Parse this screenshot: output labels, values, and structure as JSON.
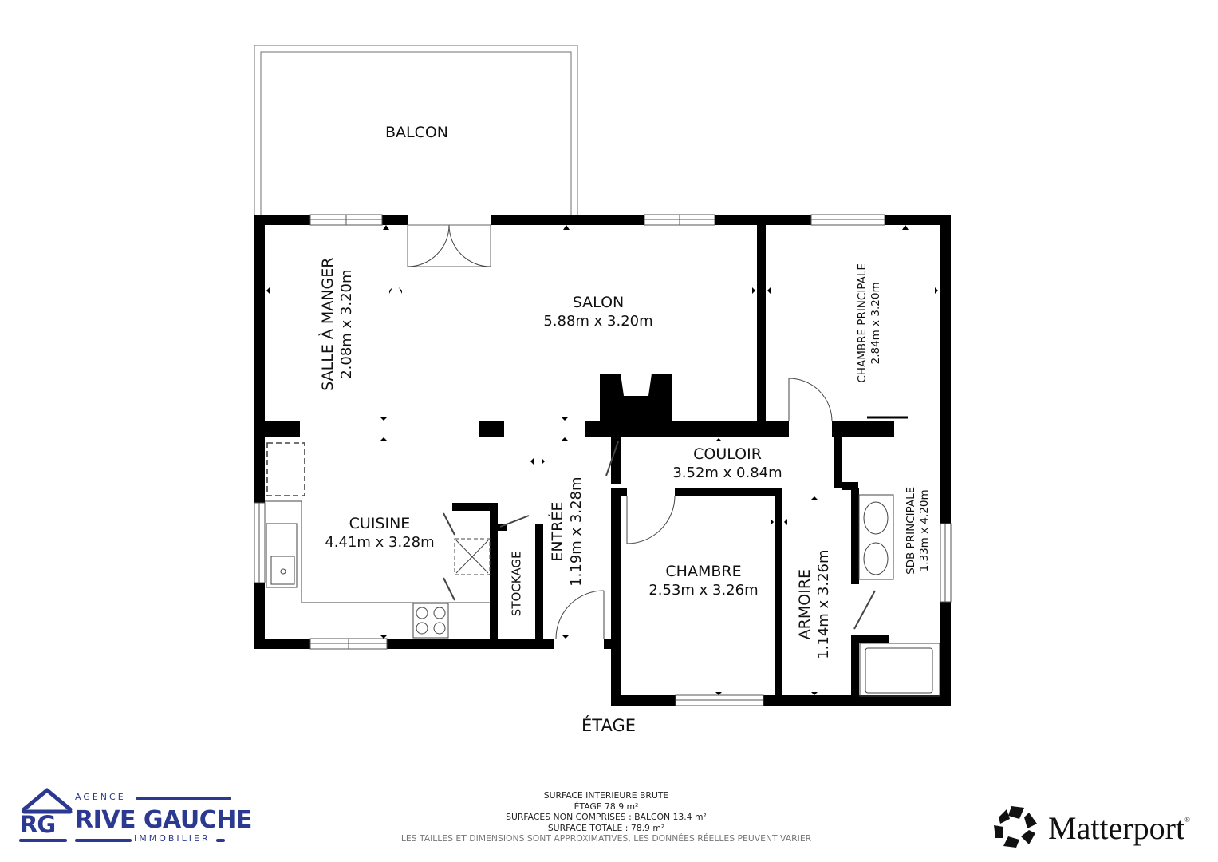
{
  "floor_plan": {
    "floor_label": "ÉTAGE",
    "rooms": [
      {
        "id": "balcon",
        "name": "BALCON",
        "dimensions": ""
      },
      {
        "id": "salle-a-manger",
        "name": "SALLE À MANGER",
        "dimensions": "2.08m x 3.20m"
      },
      {
        "id": "salon",
        "name": "SALON",
        "dimensions": "5.88m x 3.20m"
      },
      {
        "id": "chambre-principale",
        "name": "CHAMBRE PRINCIPALE",
        "dimensions": "2.84m x 3.20m"
      },
      {
        "id": "couloir",
        "name": "COULOIR",
        "dimensions": "3.52m x 0.84m"
      },
      {
        "id": "cuisine",
        "name": "CUISINE",
        "dimensions": "4.41m x 3.28m"
      },
      {
        "id": "stockage",
        "name": "STOCKAGE",
        "dimensions": ""
      },
      {
        "id": "entree",
        "name": "ENTRÉE",
        "dimensions": "1.19m x 3.28m"
      },
      {
        "id": "chambre",
        "name": "CHAMBRE",
        "dimensions": "2.53m x 3.26m"
      },
      {
        "id": "armoire",
        "name": "ARMOIRE",
        "dimensions": "1.14m x 3.26m"
      },
      {
        "id": "sdb-principale",
        "name": "SDB PRINCIPALE",
        "dimensions": "1.33m x 4.20m"
      }
    ]
  },
  "footer": {
    "surface_title": "SURFACE INTERIEURE BRUTE",
    "etage_surface": "ÉTAGE 78.9 m²",
    "non_comprises": "SURFACES NON COMPRISES :  BALCON 13.4 m²",
    "surface_totale": "SURFACE TOTALE :  78.9 m²",
    "disclaimer": "LES TAILLES ET DIMENSIONS SONT APPROXIMATIVES, LES DONNÉES RÉELLES PEUVENT VARIER"
  },
  "branding": {
    "agency": {
      "monogram": "RG",
      "line1": "AGENCE",
      "line2": "RIVE GAUCHE",
      "line3": "IMMOBILIER",
      "color": "#2b3990"
    },
    "matterport": {
      "name": "Matterport",
      "registered": "®",
      "color": "#111111"
    }
  },
  "colors": {
    "wall": "#000000",
    "background": "#ffffff",
    "fixture_line": "#333333"
  }
}
